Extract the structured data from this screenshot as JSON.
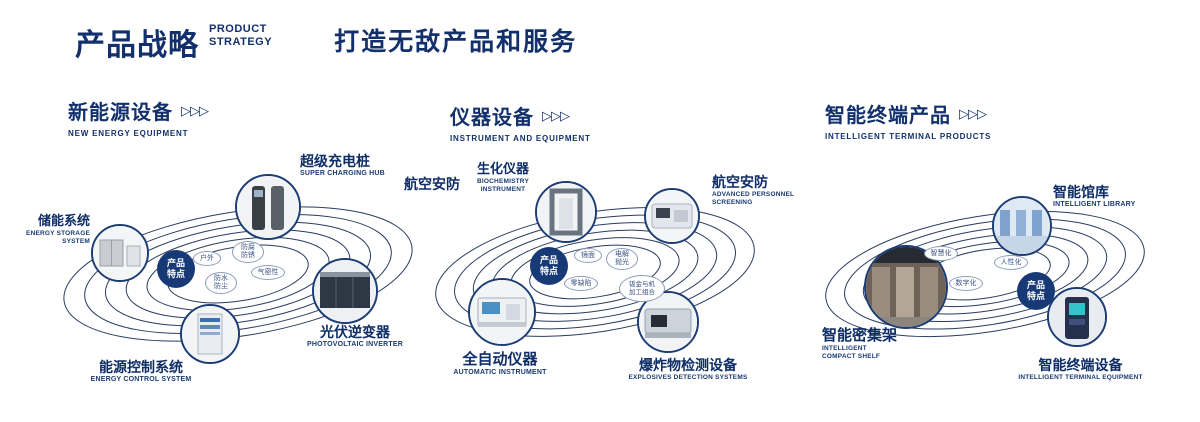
{
  "header": {
    "title": "产品战略",
    "subtitle_top": "PRODUCT",
    "subtitle_bottom": "STRATEGY",
    "tagline": "打造无敌产品和服务"
  },
  "arrows": "▷▷▷",
  "badge_label": "产品特点",
  "sections": [
    {
      "title": "新能源设备",
      "subtitle": "NEW ENERGY EQUIPMENT",
      "features": [
        "户外",
        "防腐防锈",
        "防水防尘",
        "气密性"
      ],
      "products": [
        {
          "name": "超级充电桩",
          "en": "SUPER CHARGING HUB"
        },
        {
          "name": "储能系统",
          "en": "ENERGY STORAGE SYSTEM"
        },
        {
          "name": "光伏逆变器",
          "en": "PHOTOVOLTAIC INVERTER"
        },
        {
          "name": "能源控制系统",
          "en": "ENERGY CONTROL SYSTEM"
        }
      ]
    },
    {
      "title": "仪器设备",
      "subtitle": "INSTRUMENT AND EQUIPMENT",
      "side_label": "航空安防",
      "features": [
        "镜面",
        "电解抛光",
        "零缺陷",
        "钣金与机加工组合"
      ],
      "products": [
        {
          "name": "生化仪器",
          "en": "BIOCHEMISTRY INSTRUMENT"
        },
        {
          "name": "航空安防",
          "en": "ADVANCED PERSONNEL SCREENING"
        },
        {
          "name": "全自动仪器",
          "en": "AUTOMATIC INSTRUMENT"
        },
        {
          "name": "爆炸物检测设备",
          "en": "EXPLOSIVES DETECTION SYSTEMS"
        }
      ]
    },
    {
      "title": "智能终端产品",
      "subtitle": "INTELLIGENT TERMINAL PRODUCTS",
      "features": [
        "智慧化",
        "人性化",
        "数字化"
      ],
      "products": [
        {
          "name": "智能馆库",
          "en": "INTELLIGENT LIBRARY"
        },
        {
          "name": "智能密集架",
          "en": "INTELLIGENT COMPACT SHELF"
        },
        {
          "name": "智能终端设备",
          "en": "INTELLIGENT TERMINAL EQUIPMENT"
        }
      ]
    }
  ]
}
